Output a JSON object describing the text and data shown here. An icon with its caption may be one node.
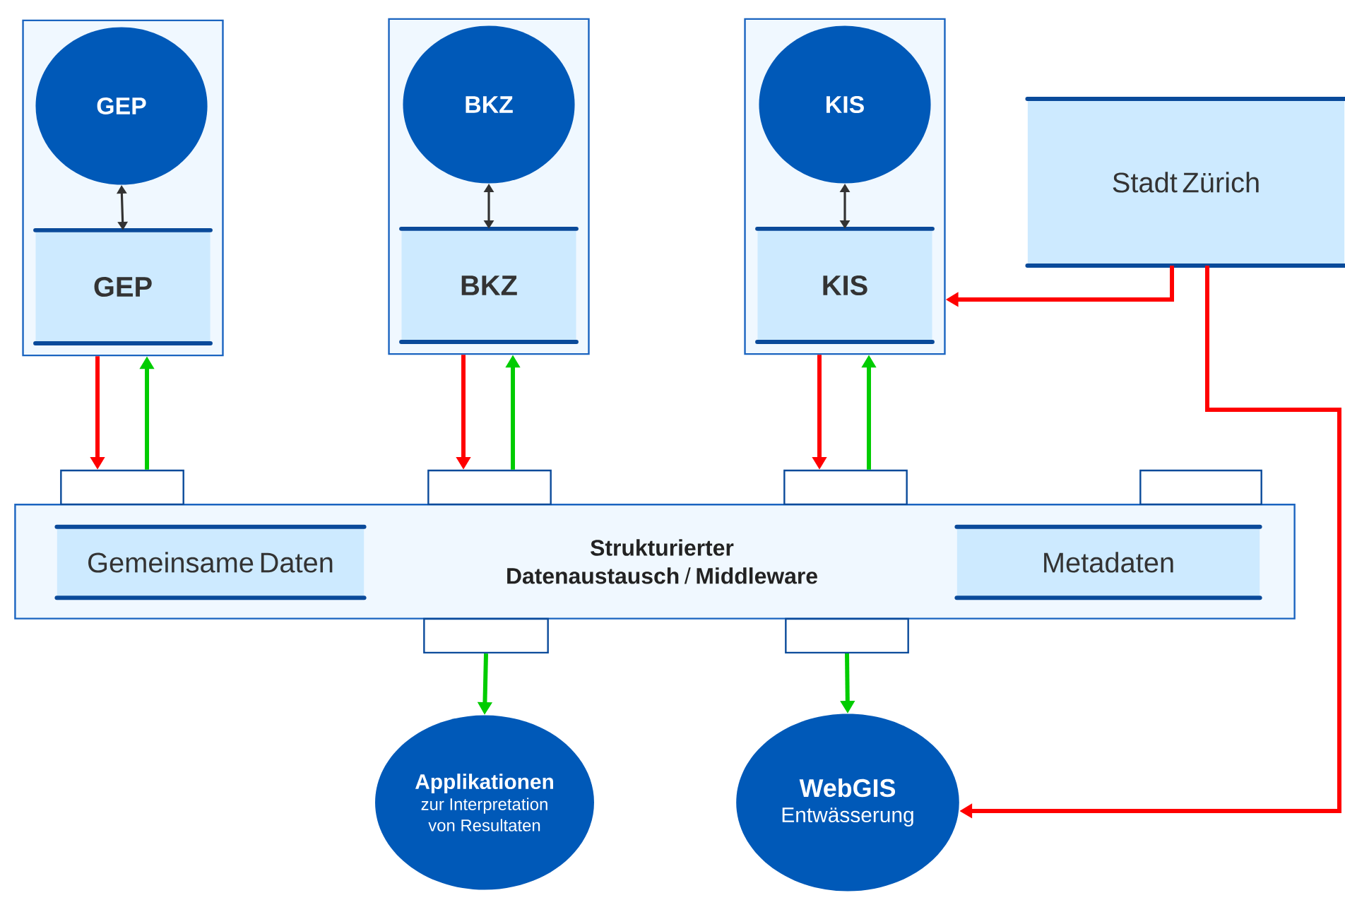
{
  "diagram": {
    "nodes": [
      {
        "text": [],
        "shape": "box"
      },
      {
        "text": [
          "GEP"
        ],
        "in": 0
      },
      {
        "text": [
          "GEP"
        ],
        "in": 0
      },
      {
        "text": [],
        "shape": "box"
      },
      {
        "text": [
          "BKZ"
        ],
        "in": 3
      },
      {
        "text": [
          "BKZ"
        ],
        "in": 3
      },
      {
        "text": [],
        "shape": "box"
      },
      {
        "text": [
          "KIS"
        ],
        "in": 6
      },
      {
        "text": [
          "KIS"
        ],
        "in": 6
      },
      {
        "text": [
          "Stadt Zürich"
        ]
      },
      {
        "text": [
          "**Strukturierter Datenaustausch** / **Middleware**"
        ]
      },
      {
        "text": [],
        "shape": "box"
      },
      {
        "text": [],
        "shape": "box"
      },
      {
        "text": [],
        "shape": "box"
      },
      {
        "text": [],
        "shape": "box"
      },
      {
        "text": [
          "Gemeinsame Daten"
        ],
        "in": 10
      },
      {
        "text": [
          "Metadaten"
        ],
        "in": 10
      },
      {
        "text": [],
        "shape": "box"
      },
      {
        "text": [],
        "shape": "box"
      },
      {
        "text": [
          "Applikationen",
          "zur Interpretation von Resultaten"
        ]
      },
      {
        "text": [
          "WebGIS",
          "Entwässerung"
        ]
      }
    ],
    "edges": [
      {
        "from": 1,
        "to": 2,
        "arrow": "both",
        "color": "#333333"
      },
      {
        "from": 0,
        "to": 11,
        "arrow": "to",
        "color": "#ff0000"
      },
      {
        "from": 11,
        "to": 0,
        "arrow": "to",
        "color": "#00cc00"
      },
      {
        "from": 4,
        "to": 5,
        "arrow": "both",
        "color": "#333333"
      },
      {
        "from": 3,
        "to": 12,
        "arrow": "to",
        "color": "#ff0000"
      },
      {
        "from": 12,
        "to": 3,
        "arrow": "to",
        "color": "#00cc00"
      },
      {
        "from": 7,
        "to": 8,
        "arrow": "both",
        "color": "#333333"
      },
      {
        "from": 6,
        "to": 13,
        "arrow": "to",
        "color": "#ff0000"
      },
      {
        "from": 13,
        "to": 6,
        "arrow": "to",
        "color": "#00cc00"
      },
      {
        "from": 9,
        "to": 6,
        "arrow": "to",
        "color": "#ff0000"
      },
      {
        "from": 9,
        "to": 20,
        "arrow": "to",
        "color": "#ff0000"
      },
      {
        "from": 17,
        "to": 19,
        "arrow": "to",
        "color": "#00cc00"
      },
      {
        "from": 18,
        "to": 20,
        "arrow": "to",
        "color": "#00cc00"
      }
    ]
  }
}
